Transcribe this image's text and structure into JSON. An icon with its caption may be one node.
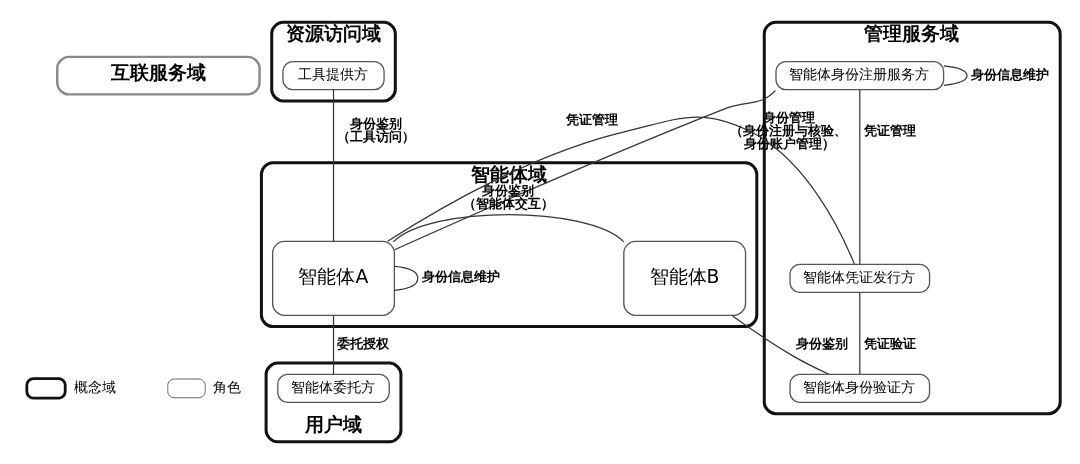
{
  "diagram": {
    "nodes": [
      {
        "text": [
          "资源访问域"
        ]
      },
      {
        "text": [
          "工具提供方"
        ],
        "in": 0
      },
      {
        "text": [
          "互联服务域"
        ]
      },
      {
        "text": [
          "管理服务域"
        ]
      },
      {
        "text": [
          "智能体身份注册服务方"
        ],
        "in": 3
      },
      {
        "text": [
          "智能体凭证发行方"
        ],
        "in": 3
      },
      {
        "text": [
          "智能体身份验证方"
        ],
        "in": 3
      },
      {
        "text": [
          "智能体域"
        ]
      },
      {
        "text": [
          "智能体A"
        ],
        "in": 7
      },
      {
        "text": [
          "智能体B"
        ],
        "in": 7
      },
      {
        "text": [
          "用户域"
        ]
      },
      {
        "text": [
          "智能体委托方"
        ],
        "in": 10
      }
    ],
    "edges": [
      {
        "from": 4,
        "to": 8,
        "arrow": "none",
        "label": "身份管理（身份注册与核验、身份账户管理）"
      },
      {
        "from": 8,
        "to": 5,
        "arrow": "none",
        "label": "凭证管理"
      },
      {
        "from": 4,
        "to": 4,
        "arrow": "none",
        "label": "身份信息维护"
      },
      {
        "from": 4,
        "to": 5,
        "arrow": "none",
        "label": "凭证管理"
      },
      {
        "from": 5,
        "to": 6,
        "arrow": "none",
        "label": "凭证验证"
      },
      {
        "from": 8,
        "to": 9,
        "arrow": "none",
        "label": "身份鉴别（智能体交互）"
      },
      {
        "from": 9,
        "to": 6,
        "arrow": "none",
        "label": "身份鉴别"
      },
      {
        "from": 1,
        "to": 8,
        "arrow": "none",
        "label": "身份鉴别（工具访问）"
      },
      {
        "from": 8,
        "to": 8,
        "arrow": "none",
        "label": "身份信息维护"
      },
      {
        "from": 8,
        "to": 11,
        "arrow": "none",
        "label": "委托授权"
      }
    ],
    "legend": [
      {
        "text": "概念域"
      },
      {
        "text": "角色"
      }
    ]
  }
}
